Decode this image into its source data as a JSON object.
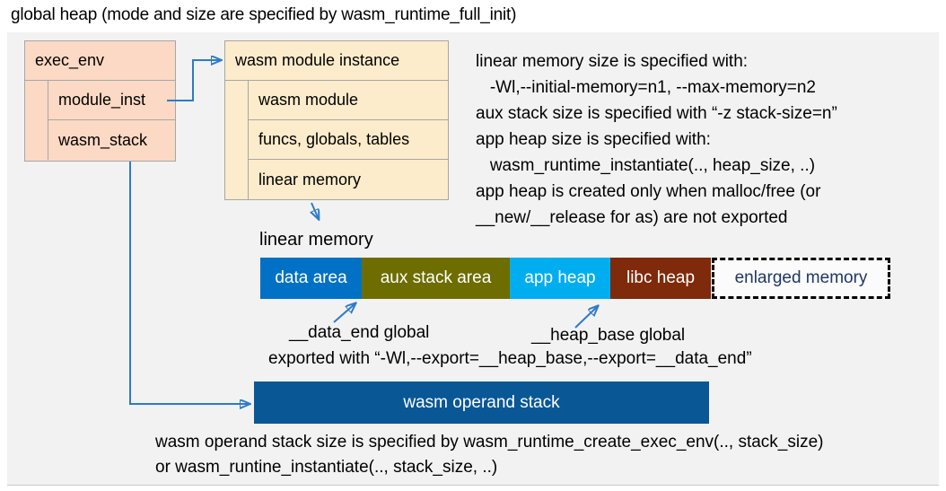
{
  "title": "global heap (mode and size are specified by wasm_runtime_full_init)",
  "exec_env_box": {
    "header": "exec_env",
    "rows": [
      "module_inst",
      "wasm_stack"
    ]
  },
  "module_instance_box": {
    "header": "wasm module instance",
    "rows": [
      "wasm module",
      "funcs, globals, tables",
      "linear memory"
    ]
  },
  "notes": {
    "lines": [
      "linear memory size is specified with:",
      "   -Wl,--initial-memory=n1, --max-memory=n2",
      "aux stack size is specified with “-z stack-size=n”",
      "app heap size is specified with:",
      "   wasm_runtime_instantiate(.., heap_size, ..)",
      "app heap is created only when malloc/free (or",
      "__new/__release for as) are not exported"
    ]
  },
  "linear_memory": {
    "label": "linear memory",
    "segments": [
      {
        "label": "data area",
        "color": "#0071c5"
      },
      {
        "label": "aux stack area",
        "color": "#6d6d00"
      },
      {
        "label": "app heap",
        "color": "#00aeef"
      },
      {
        "label": "libc heap",
        "color": "#7e2a0b"
      }
    ],
    "enlarged": {
      "label": "enlarged memory",
      "text_color": "#1f3864",
      "border_style": "dashed-black"
    }
  },
  "annotations": {
    "data_end_label": "__data_end global",
    "heap_base_label": "__heap_base global",
    "export_line": "exported with “-Wl,--export=__heap_base,--export=__data_end”"
  },
  "operand_stack": {
    "label": "wasm operand stack",
    "color": "#0a5796"
  },
  "footer": {
    "line1": "wasm operand stack size is specified by wasm_runtime_create_exec_env(.., stack_size)",
    "line2": "or wasm_runtine_instantiate(.., stack_size, ..)"
  },
  "colors": {
    "panel_bg": "#f2f2f2",
    "exec_env_fill": "#fcd9c4",
    "module_instance_fill": "#fdeccb",
    "box_border": "#a6a6a6",
    "arrow_blue": "#2e7bc8",
    "enlarged_text": "#1f3864"
  }
}
